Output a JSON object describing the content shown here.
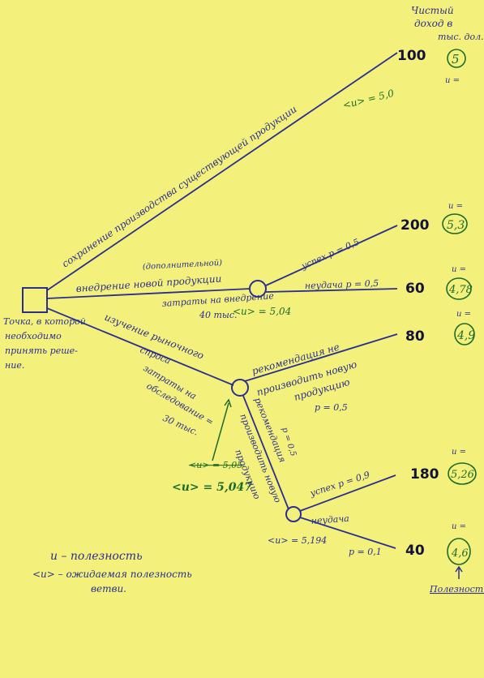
{
  "header": {
    "line1": "Чистый",
    "line2": "доход в",
    "line3": "тыс. дол."
  },
  "decision_node": {
    "line1": "Точка, в которой",
    "line2": "необходимо",
    "line3": "принять реше-",
    "line4": "ние."
  },
  "branches": {
    "keep": {
      "label": "сохранение производства существующей продукции",
      "eu": "<u> = 5,0",
      "value": "100",
      "utility": "5",
      "u_label": "u ="
    },
    "new": {
      "note": "(дополнительной)",
      "label": "внедрение новой продукции",
      "cost": "затраты на внедрение",
      "cost2": "40 тыс.",
      "eu": "<u> = 5,04",
      "success": {
        "label": "успех  p = 0,5",
        "value": "200",
        "utility": "5,3",
        "u_label": "u ="
      },
      "failure": {
        "label": "неудача  p = 0,5",
        "value": "60",
        "utility": "4,78",
        "u_label": "u ="
      }
    },
    "research": {
      "label": "изучение рыночного",
      "label2": "спроса",
      "cost": "затраты на",
      "cost2": "обследование =",
      "cost3": "30 тыс.",
      "eu_label": "<u> = 5,047",
      "struck": "<u> = 5,05",
      "neg": {
        "label": "рекомендация не",
        "label2": "производить новую",
        "label3": "продукцию",
        "prob": "p = 0,5",
        "value": "80",
        "utility": "4,9",
        "u_label": "u ="
      },
      "pos": {
        "label": "рекомендация",
        "label2": "производить новую",
        "label3": "продукцию",
        "prob": "p = 0,5",
        "eu": "<u> = 5,194",
        "success": {
          "label": "успех  p = 0,9",
          "value": "180",
          "utility": "5,26",
          "u_label": "u ="
        },
        "failure": {
          "label": "неудача",
          "prob": "p = 0,1",
          "value": "40",
          "utility": "4,6",
          "u_label": "u ="
        }
      }
    }
  },
  "legend": {
    "line1": "u – полезность",
    "line2": "<u> – ожидаемая полезность",
    "line3": "ветви."
  },
  "footer": {
    "label": "Полезность"
  },
  "colors": {
    "ink": "#2a2f8f",
    "green_ink": "#1d6b2b",
    "paper": "#f3f17c"
  }
}
